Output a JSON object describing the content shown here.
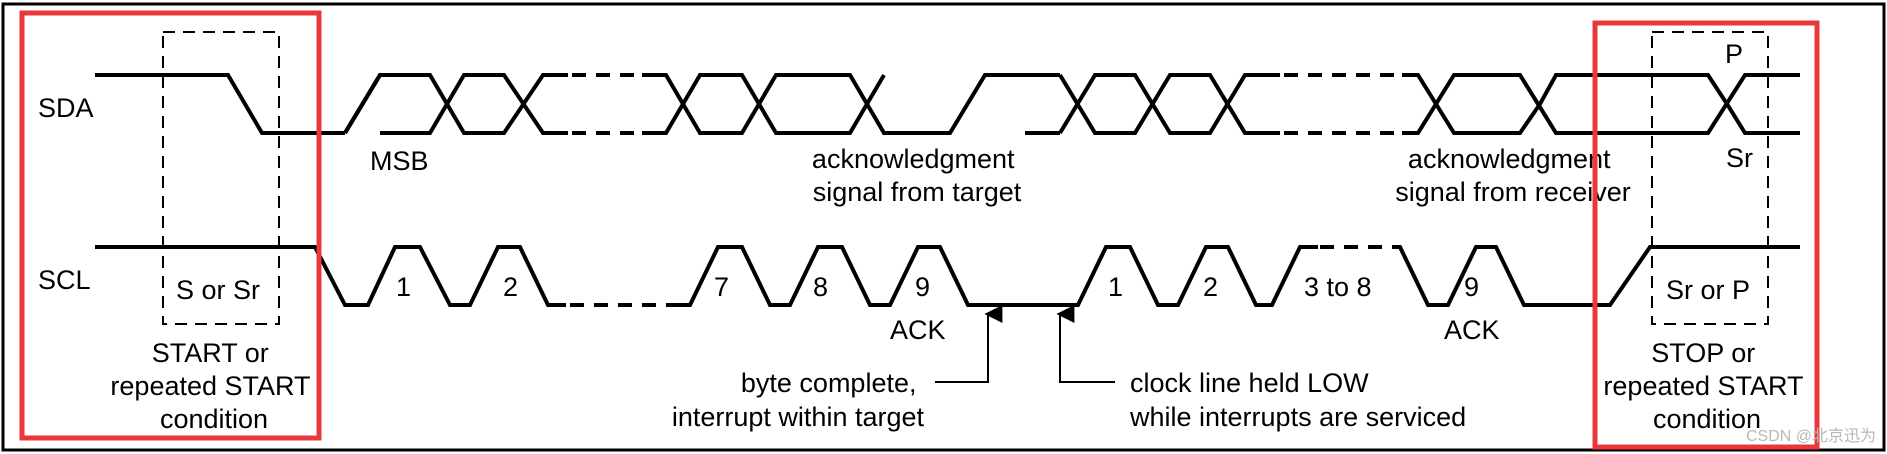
{
  "colors": {
    "highlight": "#e8383d",
    "line": "#000000",
    "frame": "#000000",
    "watermark": "#b8b8b8"
  },
  "signals": {
    "sda": "SDA",
    "scl": "SCL"
  },
  "start": {
    "box_label": "S or Sr",
    "caption": [
      "START or",
      "repeated START",
      "condition"
    ]
  },
  "stop": {
    "box_label": "Sr or P",
    "upper_label": "P",
    "lower_label": "Sr",
    "caption": [
      "STOP or",
      "repeated START",
      "condition"
    ]
  },
  "sda_labels": {
    "msb": "MSB",
    "ack_target": [
      "acknowledgment",
      "signal from target"
    ],
    "ack_receiver": [
      "acknowledgment",
      "signal from receiver"
    ]
  },
  "scl_pulses": {
    "byte1": [
      "1",
      "2",
      "7",
      "8",
      "9"
    ],
    "byte2": [
      "1",
      "2",
      "3 to 8",
      "9"
    ]
  },
  "ack_label": "ACK",
  "annotations": {
    "byte_complete": [
      "byte complete,",
      "interrupt within target"
    ],
    "clock_held": [
      "clock line held LOW",
      "while interrupts are serviced"
    ]
  },
  "watermark": "CSDN @北京迅为"
}
